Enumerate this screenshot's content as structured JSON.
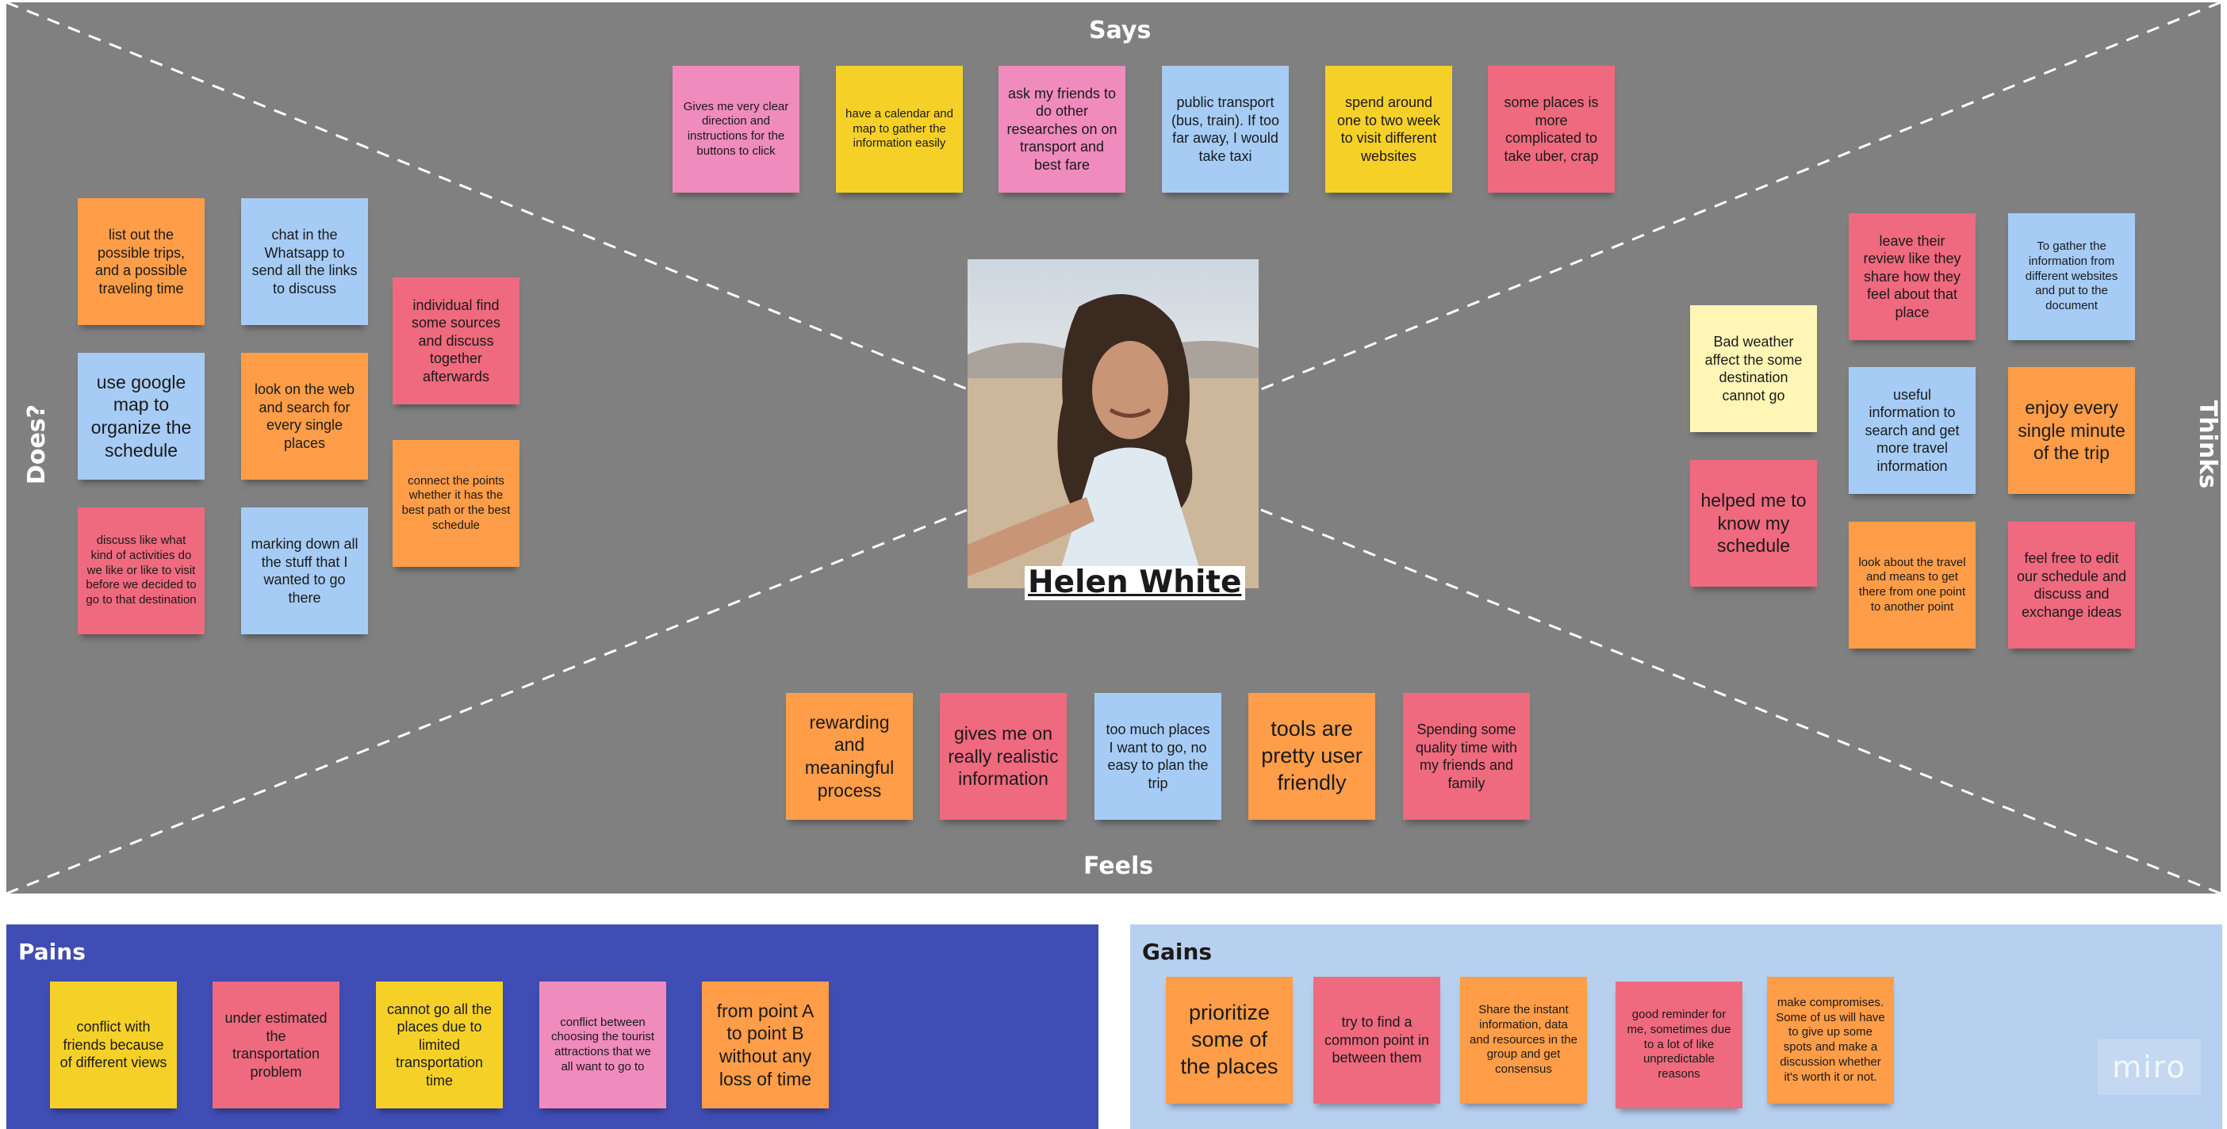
{
  "quadrants": {
    "says": "Says",
    "does": "Does?",
    "thinks": "Thinks",
    "feels": "Feels"
  },
  "persona": {
    "name": "Helen White"
  },
  "says_notes": [
    "Gives me very clear direction and instructions for the buttons to click",
    "have a calendar and map to gather the information easily",
    "ask my friends to do other researches on on transport and best fare",
    "public transport (bus, train). If too far away, I would take taxi",
    "spend around one to two week to visit different websites",
    "some places is more complicated to take uber, crap"
  ],
  "does_notes": [
    "list out the possible trips, and a possible traveling time",
    "chat in the Whatsapp to send all the links to discuss",
    "individual find some sources and discuss together afterwards",
    "use google map to organize the schedule",
    "look on the web and search for every single places",
    "connect the points whether it has the best path or the best schedule",
    "discuss like what kind of activities do we like or like to visit before we decided to go to that destination",
    "marking down all the stuff that I wanted to go there"
  ],
  "thinks_notes": [
    "leave their review like they share how they feel about that place",
    "To gather the information from different websites and put to the document",
    "Bad weather affect the some destination cannot go",
    "useful information to search and get more travel information",
    "enjoy every single minute of the trip",
    "helped me to know my schedule",
    "look about the travel and means to get there from one point to another point",
    "feel free to edit our schedule and discuss and exchange ideas"
  ],
  "feels_notes": [
    "rewarding and meaningful process",
    "gives me on really realistic information",
    "too much places I want to go, no easy to plan the trip",
    "tools are pretty user friendly",
    "Spending some quality time with my friends and family"
  ],
  "pains": {
    "title": "Pains",
    "notes": [
      "conflict with friends because of different views",
      "under estimated the transportation problem",
      "cannot go all the places due to limited transportation time",
      "conflict between choosing the tourist attractions that we all want to go to",
      "from point A to point B without any loss of time"
    ]
  },
  "gains": {
    "title": "Gains",
    "notes": [
      "prioritize some of the places",
      "try to find a common point in between them",
      "Share the instant information, data and resources in the group and get consensus",
      "good reminder for me, sometimes due to a lot of like unpredictable reasons",
      "make compromises. Some of us will have to give up some spots and make a discussion whether it's worth it or not."
    ]
  },
  "branding": {
    "logo": "miro"
  },
  "colors": {
    "board": "#808080",
    "orange": "#ff9d48",
    "blue": "#a6ccf5",
    "pink": "#f08bbe",
    "red": "#ef6a7e",
    "yellow": "#f5d128",
    "light_yellow": "#fff6b6",
    "pains_bg": "#3f4db4",
    "gains_bg": "#b8d0f0"
  }
}
